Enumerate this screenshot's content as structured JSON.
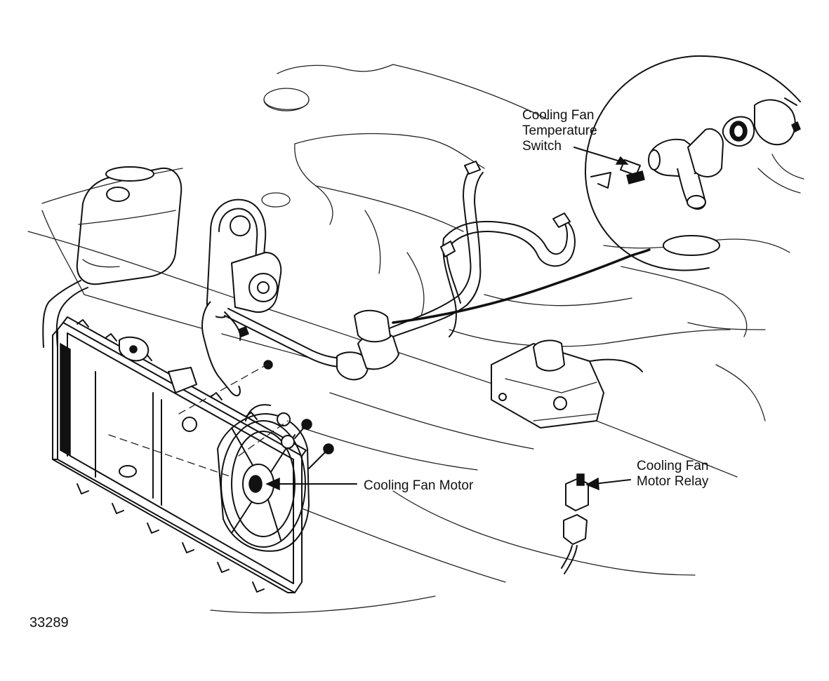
{
  "callouts": {
    "temperature_switch": [
      "Cooling Fan",
      "Temperature",
      "Switch"
    ],
    "fan_motor_relay": [
      "Cooling Fan",
      "Motor Relay"
    ],
    "fan_motor": "Cooling Fan Motor"
  },
  "figure_number": "33289"
}
